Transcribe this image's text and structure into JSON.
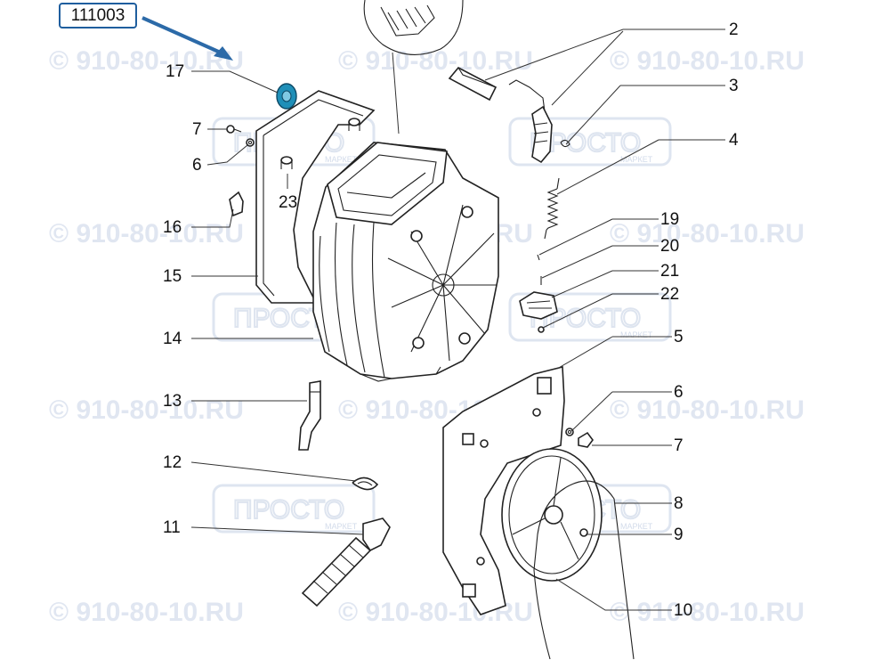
{
  "part_code": "111003",
  "watermark_phone": "© 910-80-10.RU",
  "watermark_brand": "ПРОСТО",
  "watermark_brand_sub": "МАРКЕТ",
  "highlight_color": "#1f8fb8",
  "arrow_color": "#2c6aa8",
  "callouts": {
    "n2": "2",
    "n3": "3",
    "n4": "4",
    "n5": "5",
    "n6a": "6",
    "n6b": "6",
    "n7a": "7",
    "n7b": "7",
    "n8": "8",
    "n9": "9",
    "n10": "10",
    "n11": "11",
    "n12": "12",
    "n13": "13",
    "n14": "14",
    "n15": "15",
    "n16": "16",
    "n17": "17",
    "n19": "19",
    "n20": "20",
    "n21": "21",
    "n22": "22",
    "n23": "23"
  }
}
